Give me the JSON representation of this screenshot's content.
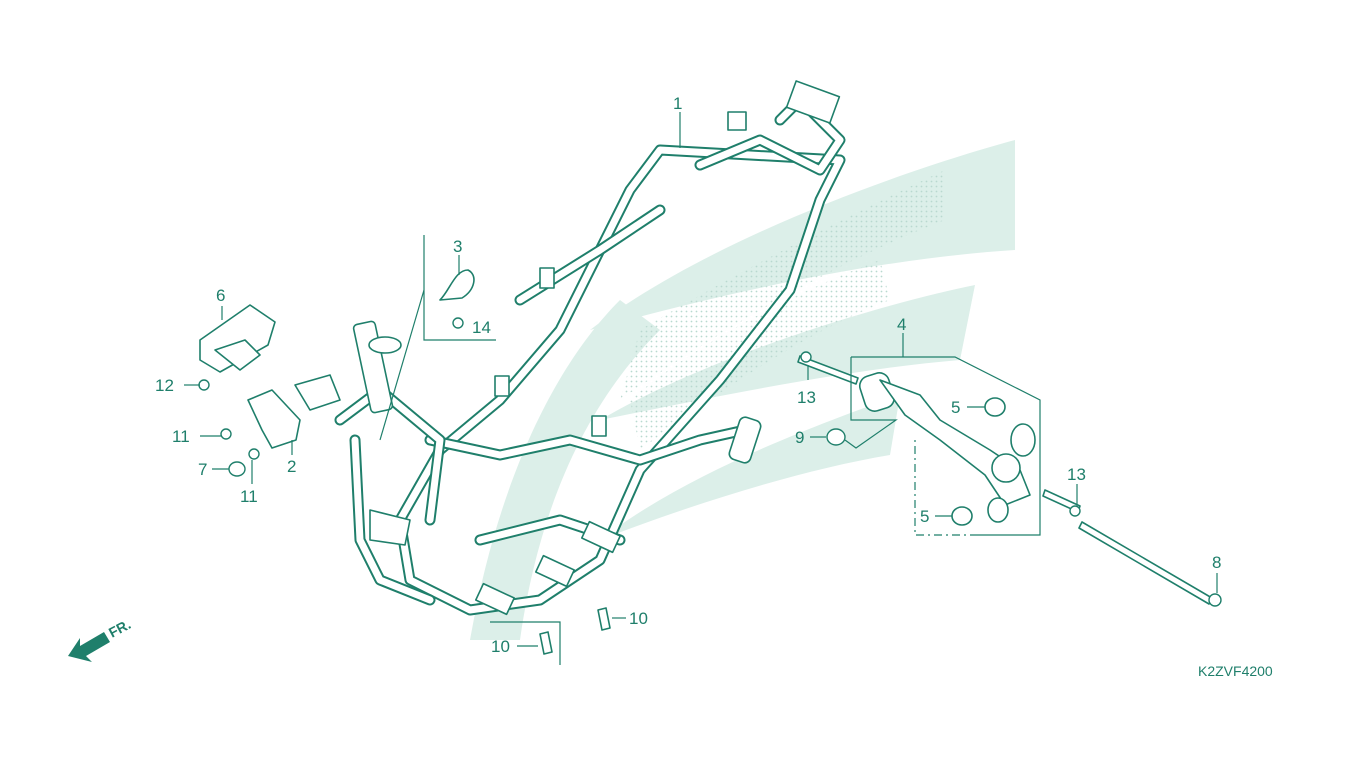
{
  "diagram": {
    "code": "K2ZVF4200",
    "front_label": "FR.",
    "accent_color": "#1f7f6b",
    "watermark_color": "#dcefe9",
    "callouts": {
      "c1": "1",
      "c2": "2",
      "c3": "3",
      "c4": "4",
      "c5a": "5",
      "c5b": "5",
      "c6": "6",
      "c7": "7",
      "c8": "8",
      "c9": "9",
      "c10a": "10",
      "c10b": "10",
      "c11a": "11",
      "c11b": "11",
      "c12": "12",
      "c13a": "13",
      "c13b": "13",
      "c14": "14"
    }
  }
}
